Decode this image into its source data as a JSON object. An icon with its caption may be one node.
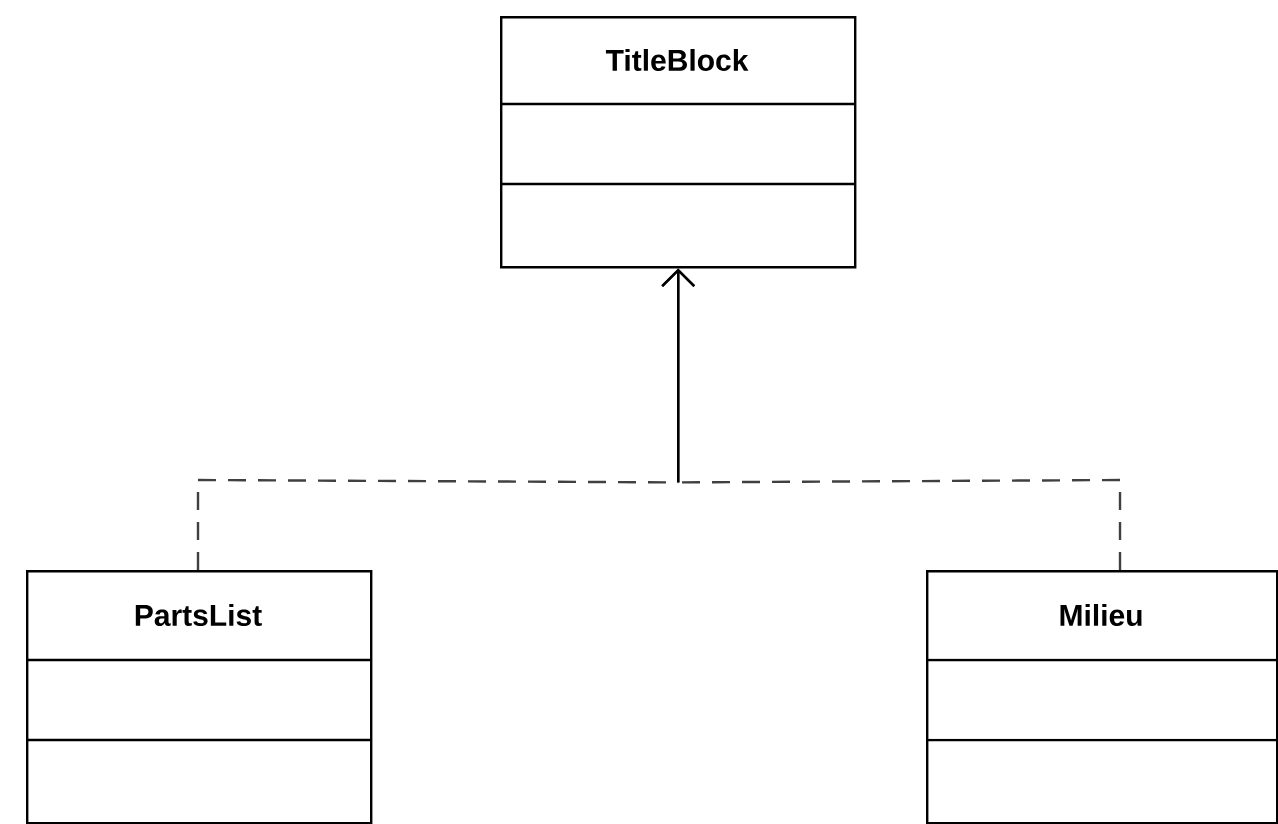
{
  "diagram": {
    "nodes": [
      {
        "text": [
          "TitleBlock"
        ]
      },
      {
        "text": [
          "PartsList"
        ]
      },
      {
        "text": [
          "Milieu"
        ]
      }
    ],
    "edges": [
      {
        "from": 1,
        "to": 0,
        "arrow": "to",
        "style": "dashed"
      },
      {
        "from": 2,
        "to": 0,
        "arrow": "to",
        "style": "dashed"
      }
    ]
  }
}
